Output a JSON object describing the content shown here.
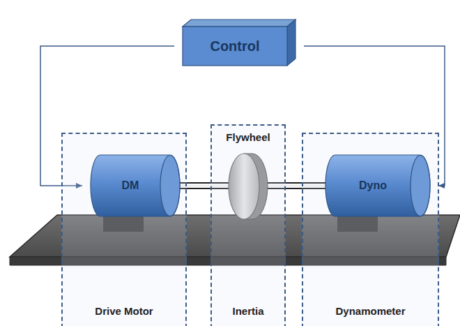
{
  "diagram": {
    "nodes": [
      {
        "text": [
          "Control"
        ]
      },
      {
        "text": [
          "Drive Motor"
        ]
      },
      {
        "text": [
          "DM"
        ],
        "in": 1
      },
      {
        "text": [
          "Flywheel",
          "Inertia"
        ]
      },
      {
        "text": [
          "Dynamometer"
        ]
      },
      {
        "text": [
          "Dyno"
        ],
        "in": 4
      }
    ],
    "edges": [
      {
        "from": 0,
        "to": 2,
        "arrow": "to"
      },
      {
        "from": 0,
        "to": 5,
        "arrow": "to"
      }
    ]
  }
}
